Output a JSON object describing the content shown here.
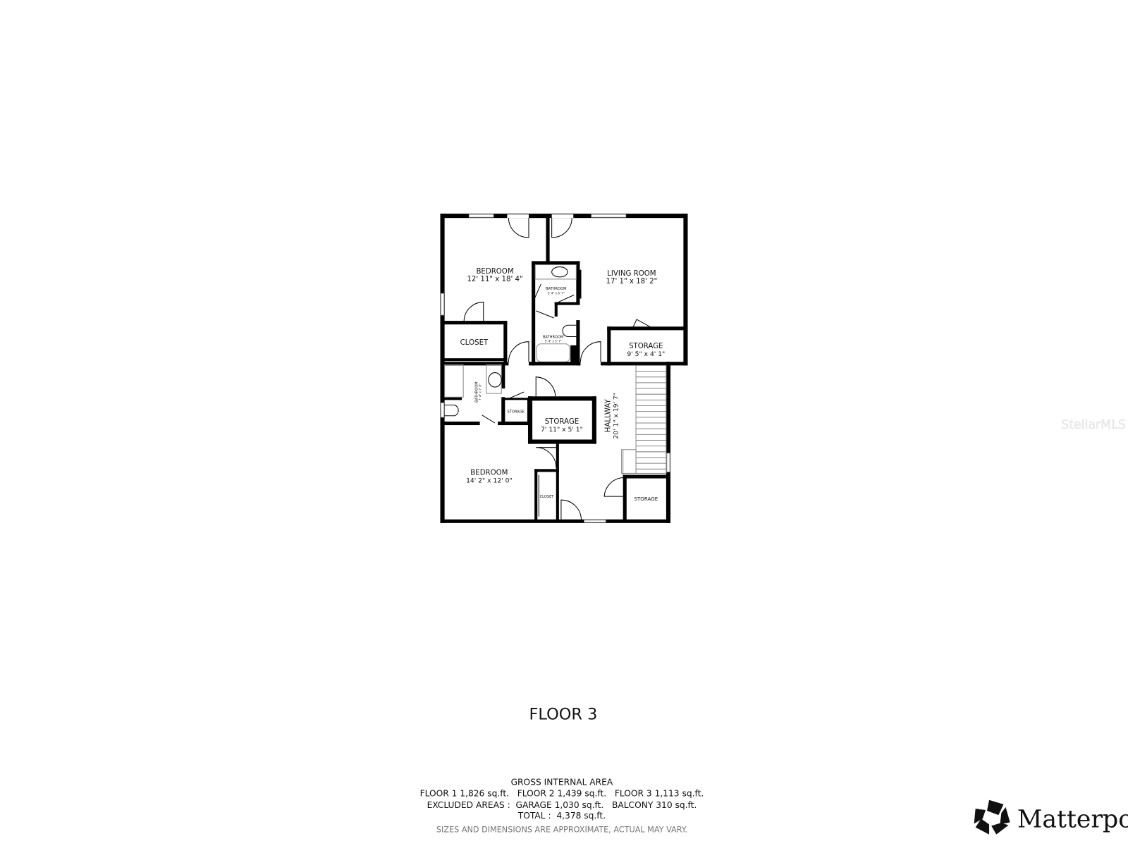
{
  "floor_title": "FLOOR 3",
  "rooms": [
    {
      "name": "BEDROOM",
      "dims": "12' 11\" x 18' 4\""
    },
    {
      "name": "LIVING ROOM",
      "dims": "17' 1\" x 18' 2\""
    },
    {
      "name": "BATHROOM",
      "dims": "5' 4\" x 6' 7\""
    },
    {
      "name": "BATHROOM",
      "dims": "5' 4\" x 5' 7\""
    },
    {
      "name": "CLOSET"
    },
    {
      "name": "STORAGE",
      "dims": "9' 5\" x 4' 1\""
    },
    {
      "name": "BATHROOM",
      "dims": "7' 4\" x 7' 8\""
    },
    {
      "name": "STORAGE"
    },
    {
      "name": "STORAGE",
      "dims": "7' 11\" x 5' 1\""
    },
    {
      "name": "HALLWAY",
      "dims": "20' 1\" x 19' 7\""
    },
    {
      "name": "BEDROOM",
      "dims": "14' 2\" x 12' 0\""
    },
    {
      "name": "CLOSET"
    },
    {
      "name": "STORAGE"
    }
  ],
  "area_summary": {
    "heading": "GROSS INTERNAL AREA",
    "line1": "FLOOR 1 1,826 sq.ft.   FLOOR 2 1,439 sq.ft.   FLOOR 3 1,113 sq.ft.",
    "line2": "EXCLUDED AREAS :  GARAGE 1,030 sq.ft.   BALCONY 310 sq.ft.",
    "line3": "TOTAL :  4,378 sq.ft.",
    "disclaimer": "SIZES AND DIMENSIONS ARE APPROXIMATE, ACTUAL MAY VARY."
  },
  "watermark": "StellarMLS",
  "logo": {
    "text": "Matterport",
    "icon": "matterport-logo-icon"
  }
}
